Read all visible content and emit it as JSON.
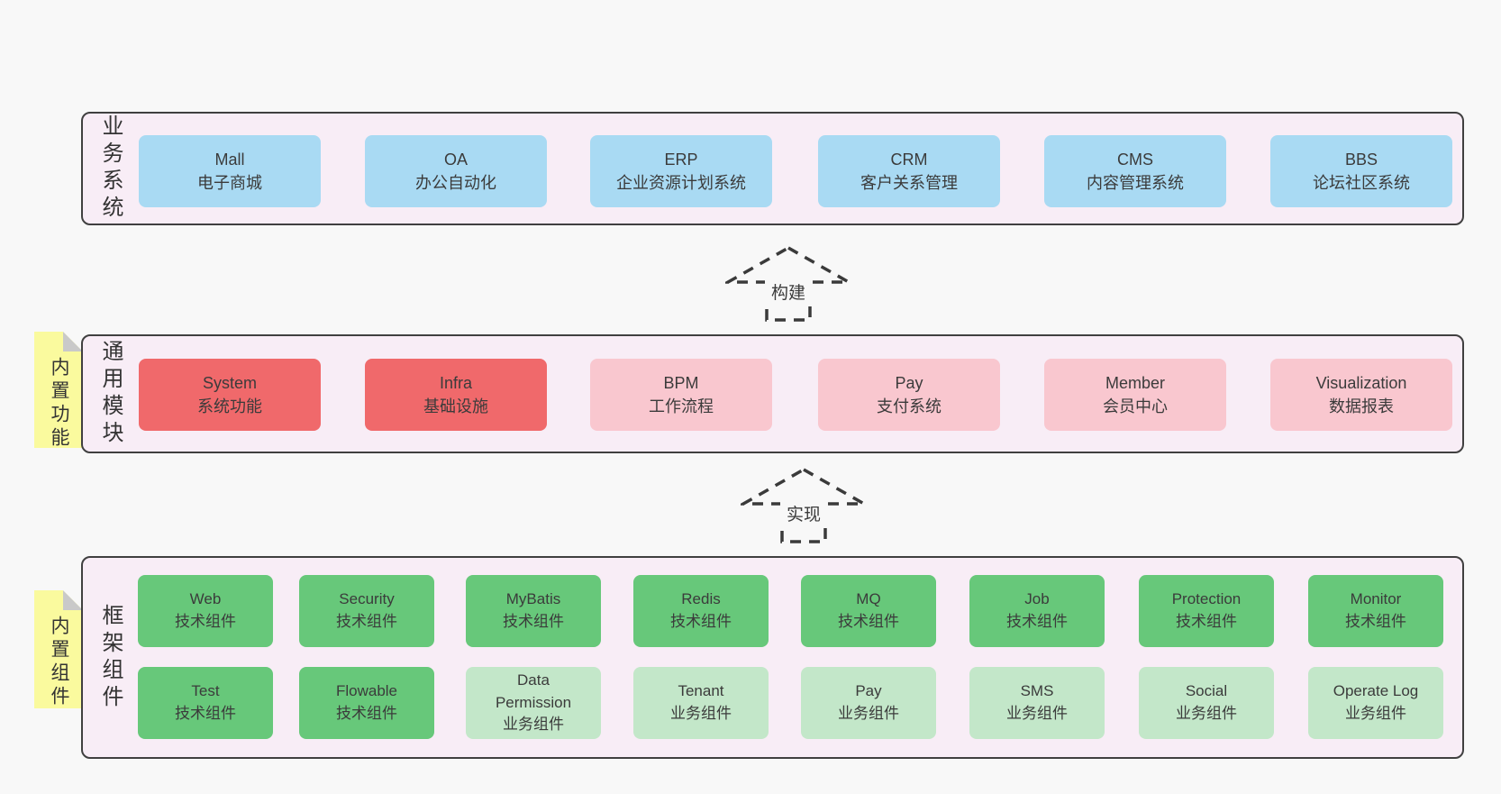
{
  "colors": {
    "page_bg": "#f8f8f8",
    "layer_bg": "#f8edf6",
    "layer_border": "#404040",
    "blue_box": "#a9daf3",
    "red_box": "#f0696b",
    "pink_box": "#f9c7cf",
    "green_box": "#67c87a",
    "light_green_box": "#c3e7c9",
    "sticky_bg": "#fafa9e",
    "sticky_fold": "#c9c9c9",
    "text": "#3b3b3b"
  },
  "arrows": [
    {
      "label": "构建"
    },
    {
      "label": "实现"
    }
  ],
  "layers": [
    {
      "label": "业务系统",
      "boxes": [
        {
          "name": "Mall",
          "desc": "电子商城"
        },
        {
          "name": "OA",
          "desc": "办公自动化"
        },
        {
          "name": "ERP",
          "desc": "企业资源计划系统"
        },
        {
          "name": "CRM",
          "desc": "客户关系管理"
        },
        {
          "name": "CMS",
          "desc": "内容管理系统"
        },
        {
          "name": "BBS",
          "desc": "论坛社区系统"
        }
      ]
    },
    {
      "label": "通用模块",
      "sticky": "内置功能",
      "boxes": [
        {
          "name": "System",
          "desc": "系统功能",
          "variant": "red"
        },
        {
          "name": "Infra",
          "desc": "基础设施",
          "variant": "red"
        },
        {
          "name": "BPM",
          "desc": "工作流程",
          "variant": "pink"
        },
        {
          "name": "Pay",
          "desc": "支付系统",
          "variant": "pink"
        },
        {
          "name": "Member",
          "desc": "会员中心",
          "variant": "pink"
        },
        {
          "name": "Visualization",
          "desc": "数据报表",
          "variant": "pink"
        }
      ]
    },
    {
      "label": "框架组件",
      "sticky": "内置组件",
      "rows": [
        {
          "boxes": [
            {
              "name": "Web",
              "desc": "技术组件",
              "variant": "green"
            },
            {
              "name": "Security",
              "desc": "技术组件",
              "variant": "green"
            },
            {
              "name": "MyBatis",
              "desc": "技术组件",
              "variant": "green"
            },
            {
              "name": "Redis",
              "desc": "技术组件",
              "variant": "green"
            },
            {
              "name": "MQ",
              "desc": "技术组件",
              "variant": "green"
            },
            {
              "name": "Job",
              "desc": "技术组件",
              "variant": "green"
            },
            {
              "name": "Protection",
              "desc": "技术组件",
              "variant": "green"
            },
            {
              "name": "Monitor",
              "desc": "技术组件",
              "variant": "green"
            }
          ]
        },
        {
          "boxes": [
            {
              "name": "Test",
              "desc": "技术组件",
              "variant": "green"
            },
            {
              "name": "Flowable",
              "desc": "技术组件",
              "variant": "green"
            },
            {
              "name": "Data Permission",
              "desc": "业务组件",
              "variant": "lightgreen"
            },
            {
              "name": "Tenant",
              "desc": "业务组件",
              "variant": "lightgreen"
            },
            {
              "name": "Pay",
              "desc": "业务组件",
              "variant": "lightgreen"
            },
            {
              "name": "SMS",
              "desc": "业务组件",
              "variant": "lightgreen"
            },
            {
              "name": "Social",
              "desc": "业务组件",
              "variant": "lightgreen"
            },
            {
              "name": "Operate Log",
              "desc": "业务组件",
              "variant": "lightgreen"
            }
          ]
        }
      ]
    }
  ]
}
